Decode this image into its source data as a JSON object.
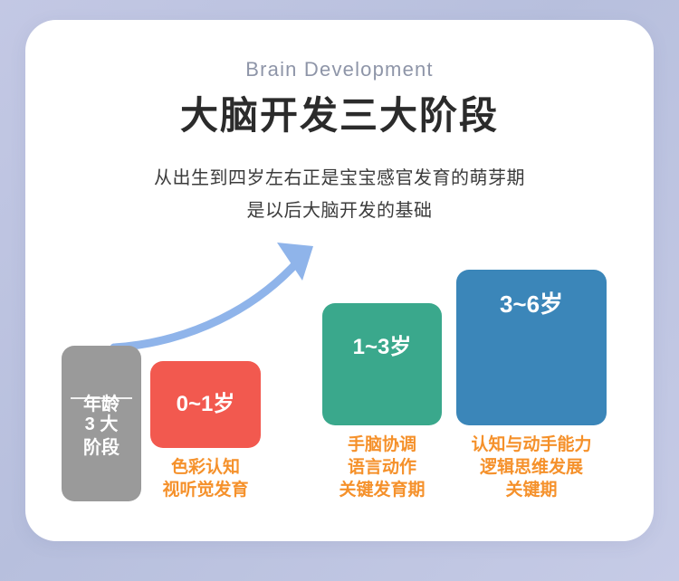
{
  "header": {
    "english_title": "Brain Development",
    "chinese_title": "大脑开发三大阶段",
    "subtitle_line1": "从出生到四岁左右正是宝宝感官发育的萌芽期",
    "subtitle_line2": "是以后大脑开发的基础"
  },
  "legend": {
    "age_label": "年龄",
    "stage_label_line1": "3 大",
    "stage_label_line2": "阶段"
  },
  "stages": [
    {
      "id": "stage-1",
      "age": "0~1岁",
      "color": "#f2594f",
      "details": [
        "色彩认知",
        "视听觉发育"
      ]
    },
    {
      "id": "stage-2",
      "age": "1~3岁",
      "color": "#3aa88c",
      "details": [
        "手脑协调",
        "语言动作",
        "关键发育期"
      ]
    },
    {
      "id": "stage-3",
      "age": "3~6岁",
      "color": "#3b86b9",
      "details": [
        "认知与动手能力",
        "逻辑思维发展",
        "关键期"
      ]
    }
  ],
  "colors": {
    "page_background": "#bcc3e0",
    "card_background": "#ffffff",
    "detail_text": "#f5912b",
    "legend_grey": "#9a9a9a",
    "arrow_blue": "#8fb4ea"
  },
  "decor": {
    "arrow_name": "upward-growth-arrow"
  }
}
